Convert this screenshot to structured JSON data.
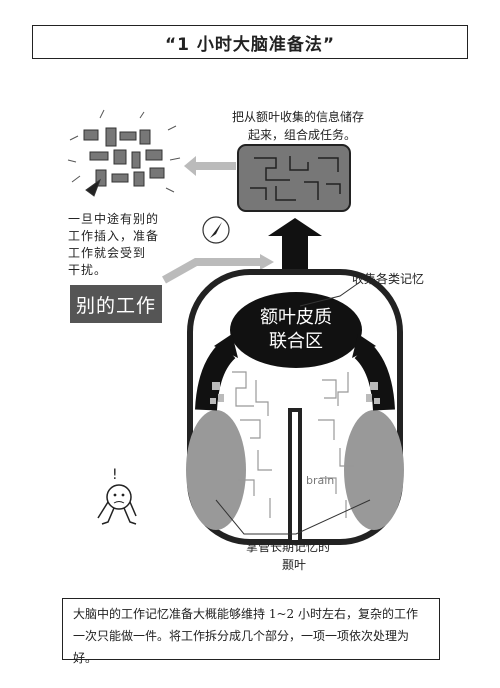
{
  "title": "“1 小时大脑准备法”",
  "caption_top": [
    "把从额叶收集的信息储存",
    "起来，组合成任务。"
  ],
  "interrupt_note": [
    "一旦中途有别的",
    "工作插入，准备",
    "工作就会受到",
    "干扰。"
  ],
  "other_work_label": "别的工作",
  "collect_label": "收集各类记忆",
  "prefrontal_label": [
    "额叶皮质",
    "联合区"
  ],
  "brain_tag": "brain",
  "temporal_label": [
    "掌管长期记忆的",
    "颞叶"
  ],
  "exclaim": "!",
  "bottom_text": "大脑中的工作记忆准备大概能够维持 1~2 小时左右，复杂的工作一次只能做一件。将工作拆分成几个部分，一项一项依次处理为好。"
}
